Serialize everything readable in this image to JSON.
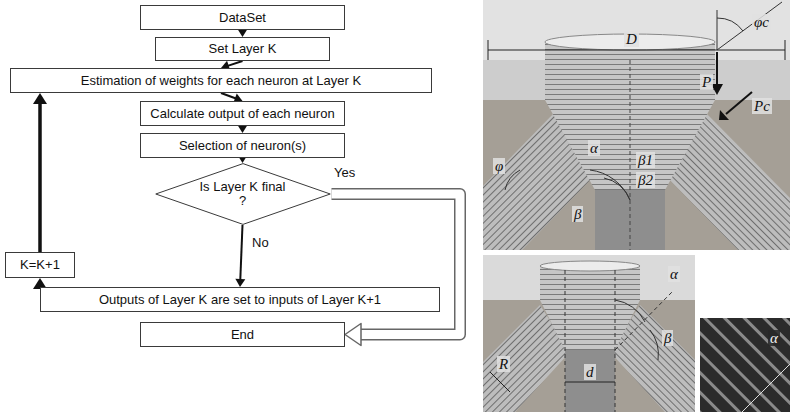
{
  "diagram": {
    "nodes": [
      {
        "text": [
          "DataSet"
        ]
      },
      {
        "text": [
          "Set Layer K"
        ]
      },
      {
        "text": [
          "Estimation of weights for each neuron at Layer K"
        ]
      },
      {
        "text": [
          "Calculate output of each neuron"
        ]
      },
      {
        "text": [
          "Selection of neuron(s)"
        ]
      },
      {
        "text": [
          "Is Layer K final ?"
        ]
      },
      {
        "text": [
          "K=K+1"
        ]
      },
      {
        "text": [
          "Outputs of Layer K are set to inputs of Layer K+1"
        ]
      },
      {
        "text": [
          "End"
        ]
      }
    ],
    "edges": [
      {
        "from": 0,
        "to": 1,
        "arrow": "to"
      },
      {
        "from": 1,
        "to": 2,
        "arrow": "to"
      },
      {
        "from": 2,
        "to": 3,
        "arrow": "to"
      },
      {
        "from": 3,
        "to": 4,
        "arrow": "to"
      },
      {
        "from": 4,
        "to": 5,
        "arrow": "to"
      },
      {
        "from": 5,
        "to": 7,
        "label": "No",
        "arrow": "to"
      },
      {
        "from": 5,
        "to": 8,
        "label": "Yes",
        "arrow": "to"
      },
      {
        "from": 7,
        "to": 6,
        "arrow": "to"
      },
      {
        "from": 6,
        "to": 2,
        "arrow": "to"
      }
    ],
    "labels": [
      "D",
      "P",
      "Pc",
      "φc",
      "φ",
      "α",
      "β1",
      "β2",
      "β",
      "α",
      "β",
      "d",
      "R",
      "α"
    ]
  }
}
